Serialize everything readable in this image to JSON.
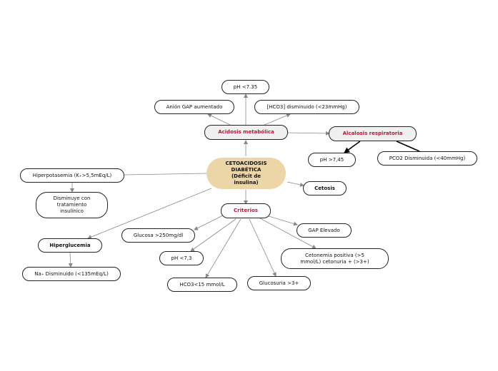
{
  "diagram": {
    "central": "CETOACIDOSIS DIABÉTICA (Déficit de insulina)",
    "nodes": {
      "acidosis": "Acidosis metabólica",
      "ph_735": "pH <7.35",
      "anion_gap": "Anión GAP aumentado",
      "hco3_23": "[HCO3] disminuido (<23mmHg)",
      "alcalosis": "Alcalosis respiratoria",
      "ph_745": "pH >7,45",
      "pco2": "PCO2 Disminuida (<40mmHg)",
      "hiperpotasemia": "Hiperpotasemia (K₊>5,5mEq/L)",
      "disminuye": "Disminuye con tratamiento insulínico",
      "cetosis": "Cetosis",
      "criterios": "Criterios",
      "hiperglucemia": "Hiperglucemia",
      "na": "Na₊ Disminuido (<135mEq/L)",
      "glucosa": "Glucosa >250mg/dl",
      "gap": "GAP Elevado",
      "ph_73": "pH <7,3",
      "cetonemia": "Cetonemia positiva (>5 mmol/L) cetonuria + (>3+)",
      "hco3_15": "HCO3<15 mmol/L",
      "glucosuria": "Glucosuria >3+"
    }
  },
  "colors": {
    "central_fill": "#ecd5a6",
    "accent_red": "#b5173a",
    "gray_fill": "#f0f0f0",
    "thin_line": "#888888",
    "thick_line": "#000000"
  }
}
